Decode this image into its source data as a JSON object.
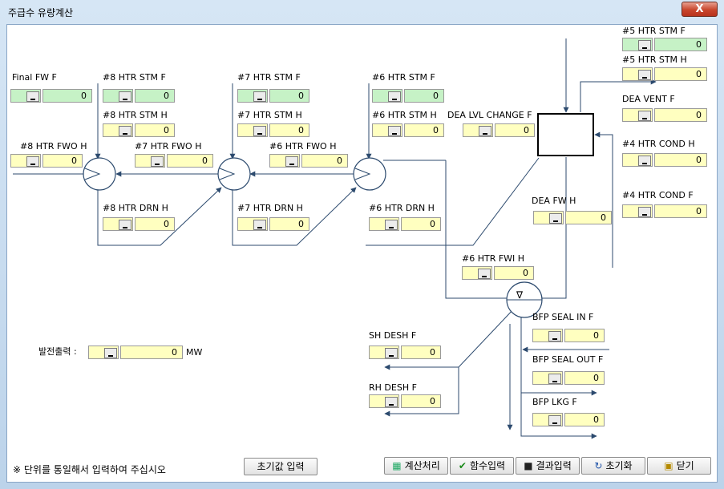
{
  "window": {
    "title": "주급수 유량계산",
    "close_glyph": "X"
  },
  "fields": [
    {
      "id": "final-fw-f",
      "label": "Final FW F",
      "value": "0",
      "color": "green"
    },
    {
      "id": "8-htr-stm-f",
      "label": "#8 HTR STM F",
      "value": "0",
      "color": "green"
    },
    {
      "id": "7-htr-stm-f",
      "label": "#7 HTR STM F",
      "value": "0",
      "color": "green"
    },
    {
      "id": "6-htr-stm-f",
      "label": "#6 HTR STM F",
      "value": "0",
      "color": "green"
    },
    {
      "id": "5-htr-stm-f",
      "label": "#5 HTR STM F",
      "value": "0",
      "color": "green"
    },
    {
      "id": "5-htr-stm-h",
      "label": "#5 HTR STM H",
      "value": "0",
      "color": "yellow"
    },
    {
      "id": "8-htr-stm-h",
      "label": "#8 HTR STM H",
      "value": "0",
      "color": "yellow"
    },
    {
      "id": "7-htr-stm-h",
      "label": "#7 HTR STM H",
      "value": "0",
      "color": "yellow"
    },
    {
      "id": "6-htr-stm-h",
      "label": "#6 HTR STM H",
      "value": "0",
      "color": "yellow"
    },
    {
      "id": "dea-lvl-change-f",
      "label": "DEA LVL CHANGE F",
      "value": "0",
      "color": "yellow"
    },
    {
      "id": "dea-vent-f",
      "label": "DEA VENT F",
      "value": "0",
      "color": "yellow"
    },
    {
      "id": "8-htr-fwo-h",
      "label": "#8 HTR FWO H",
      "value": "0",
      "color": "yellow"
    },
    {
      "id": "7-htr-fwo-h",
      "label": "#7 HTR FWO H",
      "value": "0",
      "color": "yellow"
    },
    {
      "id": "6-htr-fwo-h",
      "label": "#6 HTR FWO H",
      "value": "0",
      "color": "yellow"
    },
    {
      "id": "4-htr-cond-h",
      "label": "#4 HTR COND H",
      "value": "0",
      "color": "yellow"
    },
    {
      "id": "4-htr-cond-f",
      "label": "#4 HTR COND F",
      "value": "0",
      "color": "yellow"
    },
    {
      "id": "dea-fw-h",
      "label": "DEA FW H",
      "value": "0",
      "color": "yellow"
    },
    {
      "id": "8-htr-drn-h",
      "label": "#8 HTR DRN H",
      "value": "0",
      "color": "yellow"
    },
    {
      "id": "7-htr-drn-h",
      "label": "#7 HTR DRN H",
      "value": "0",
      "color": "yellow"
    },
    {
      "id": "6-htr-drn-h",
      "label": "#6 HTR DRN H",
      "value": "0",
      "color": "yellow"
    },
    {
      "id": "6-htr-fwi-h",
      "label": "#6 HTR FWI H",
      "value": "0",
      "color": "yellow"
    },
    {
      "id": "bfp-seal-in-f",
      "label": "BFP SEAL IN F",
      "value": "0",
      "color": "yellow"
    },
    {
      "id": "sh-desh-f",
      "label": "SH DESH F",
      "value": "0",
      "color": "yellow"
    },
    {
      "id": "bfp-seal-out-f",
      "label": "BFP SEAL OUT F",
      "value": "0",
      "color": "yellow"
    },
    {
      "id": "rh-desh-f",
      "label": "RH DESH F",
      "value": "0",
      "color": "yellow"
    },
    {
      "id": "bfp-lkg-f",
      "label": "BFP LKG F",
      "value": "0",
      "color": "yellow"
    },
    {
      "id": "power-output",
      "label": "발전출력 :",
      "value": "0",
      "unit": "MW",
      "color": "yellow"
    }
  ],
  "pump_symbol": "∇",
  "note": "※ 단위를 통일해서 입력하여 주십시오",
  "buttons": {
    "init_input": "초기값 입력",
    "calculate": "계산처리",
    "function_input": "함수입력",
    "result_input": "결과입력",
    "reset": "초기화",
    "close": "닫기"
  },
  "icons": {
    "calculate": "calculator-icon",
    "function_input": "checkmark-icon",
    "result_input": "floppy-disk-icon",
    "reset": "refresh-icon",
    "close": "exit-door-icon"
  },
  "colors": {
    "green_field": "#c6f2c6",
    "yellow_field": "#ffffc0",
    "line": "#2c4a6e"
  }
}
